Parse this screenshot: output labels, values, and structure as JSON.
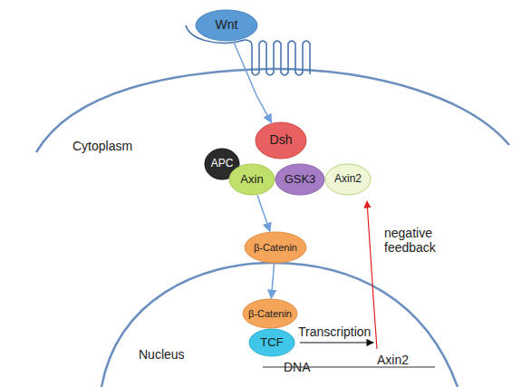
{
  "diagram": {
    "nodes": [
      {
        "text": [
          "Wnt"
        ]
      },
      {
        "text": [
          "Dsh"
        ]
      },
      {
        "text": [
          "APC"
        ]
      },
      {
        "text": [
          "Axin"
        ]
      },
      {
        "text": [
          "GSK3"
        ]
      },
      {
        "text": [
          "Axin2"
        ]
      },
      {
        "text": [
          "β-Catenin"
        ]
      },
      {
        "text": [
          "β-Catenin"
        ]
      },
      {
        "text": [
          "TCF"
        ]
      }
    ],
    "edges": [
      {
        "from": 0,
        "to": 1,
        "arrow": "to"
      },
      {
        "from": 3,
        "to": 6,
        "arrow": "to"
      },
      {
        "from": 6,
        "to": 7,
        "arrow": "to"
      }
    ],
    "labels": [
      "Cytoplasm",
      "Transcription",
      "Nucleus",
      "DNA",
      "Axin2",
      "negative feedback"
    ]
  }
}
